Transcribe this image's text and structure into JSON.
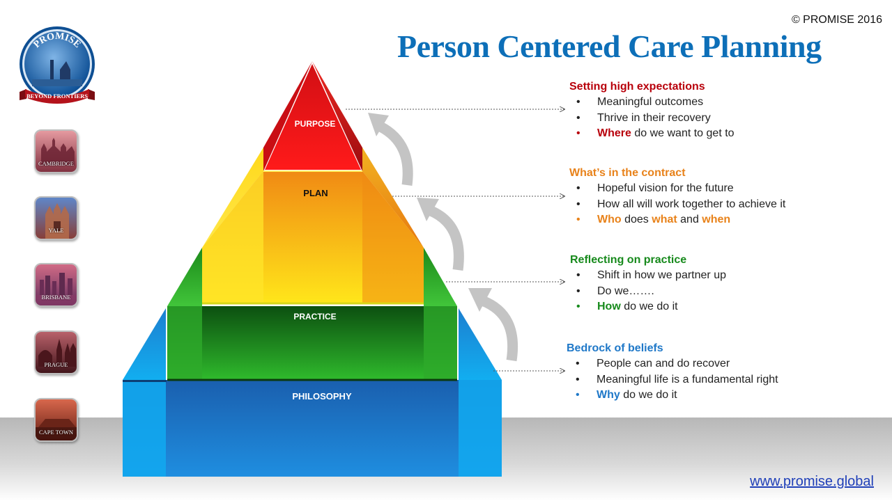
{
  "copyright": "© PROMISE 2016",
  "title": "Person Centered Care Planning",
  "logo": {
    "top_text": "PROMISE",
    "banner_text": "BEYOND FRONTIERS"
  },
  "cities": [
    {
      "label": "CAMBRIDGE"
    },
    {
      "label": "YALE"
    },
    {
      "label": "BRISBANE"
    },
    {
      "label": "PRAGUE"
    },
    {
      "label": "CAPE TOWN"
    }
  ],
  "pyramid": {
    "levels": [
      {
        "label": "PURPOSE"
      },
      {
        "label": "PLAN"
      },
      {
        "label": "PRACTICE"
      },
      {
        "label": "PHILOSOPHY"
      }
    ]
  },
  "colors": {
    "purpose": "#b8000b",
    "plan": "#e8821a",
    "practice": "#178a1c",
    "philosophy": "#1f78c8"
  },
  "sections": [
    {
      "heading": "Setting high expectations",
      "bullets": [
        "Meaningful outcomes",
        "Thrive in their recovery"
      ],
      "highlight": {
        "parts": [
          [
            "Where",
            true
          ],
          [
            " do we want to get to",
            false
          ]
        ]
      }
    },
    {
      "heading": "What’s in the contract",
      "bullets": [
        "Hopeful vision for the future",
        "How all will work together to achieve it"
      ],
      "highlight": {
        "parts": [
          [
            "Who",
            true
          ],
          [
            " does ",
            false
          ],
          [
            "what",
            true
          ],
          [
            " and ",
            false
          ],
          [
            "when",
            true
          ]
        ]
      }
    },
    {
      "heading": "Reflecting on practice",
      "bullets": [
        "Shift in how we partner up",
        "Do we……."
      ],
      "highlight": {
        "parts": [
          [
            "How",
            true
          ],
          [
            " do we do it",
            false
          ]
        ]
      }
    },
    {
      "heading": "Bedrock of beliefs",
      "bullets": [
        "People can and do recover",
        "Meaningful life is a fundamental right"
      ],
      "highlight": {
        "parts": [
          [
            "Why",
            true
          ],
          [
            " do we do it",
            false
          ]
        ]
      }
    }
  ],
  "website": "www.promise.global"
}
